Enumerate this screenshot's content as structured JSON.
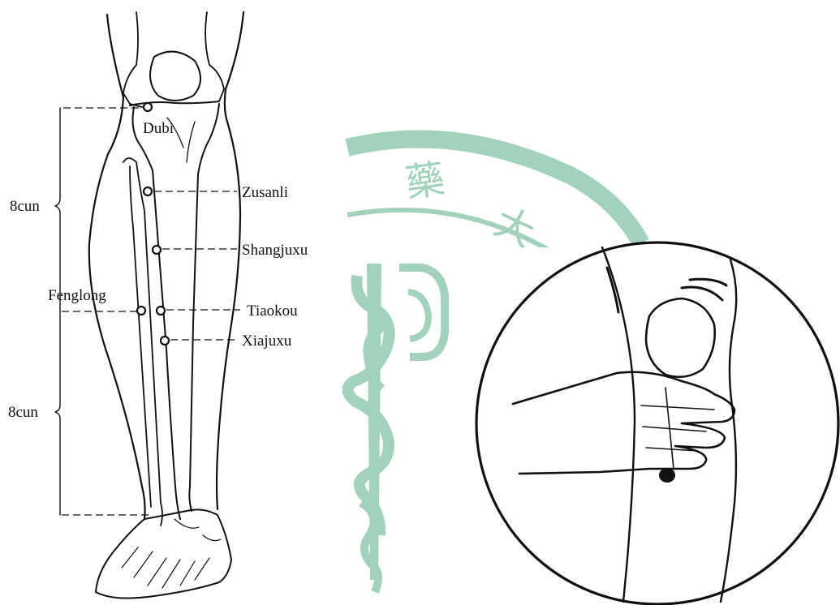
{
  "labels": {
    "dubi": "Dubi",
    "zusanli": "Zusanli",
    "shangjuxu": "Shangjuxu",
    "fenglong": "Fenglong",
    "tiaokou": "Tiaokou",
    "xiajuxu": "Xiajuxu",
    "measure_upper": "8cun",
    "measure_lower": "8cun"
  },
  "watermark": {
    "characters": [
      "藥",
      "大"
    ],
    "color": "#2f9a6a",
    "opacity": 0.45
  },
  "colors": {
    "ink": "#111111",
    "background": "#ffffff"
  }
}
